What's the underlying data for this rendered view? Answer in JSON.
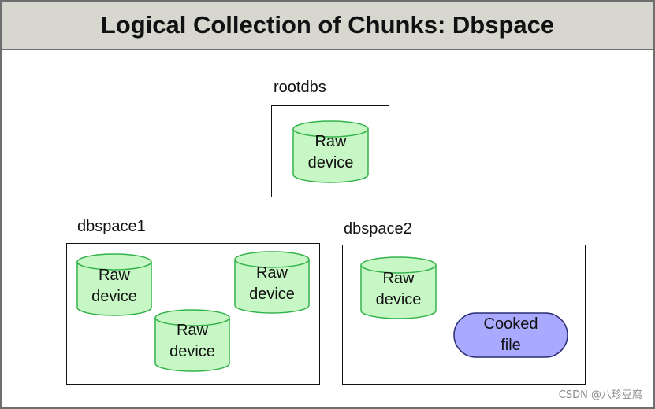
{
  "title": "Logical Collection of Chunks: Dbspace",
  "colors": {
    "header_bg": "#d7d6cf",
    "raw_device_fill": "#c7f7c4",
    "raw_device_stroke": "#33b24a",
    "cooked_file_fill": "#a9a9ff",
    "cooked_file_stroke": "#2a2a70"
  },
  "dbspaces": [
    {
      "name": "rootdbs",
      "chunks": [
        {
          "type": "raw",
          "line1": "Raw",
          "line2": "device"
        }
      ]
    },
    {
      "name": "dbspace1",
      "chunks": [
        {
          "type": "raw",
          "line1": "Raw",
          "line2": "device"
        },
        {
          "type": "raw",
          "line1": "Raw",
          "line2": "device"
        },
        {
          "type": "raw",
          "line1": "Raw",
          "line2": "device"
        }
      ]
    },
    {
      "name": "dbspace2",
      "chunks": [
        {
          "type": "raw",
          "line1": "Raw",
          "line2": "device"
        },
        {
          "type": "cooked",
          "line1": "Cooked",
          "line2": "file"
        }
      ]
    }
  ],
  "watermark": "CSDN @八珍豆腐"
}
